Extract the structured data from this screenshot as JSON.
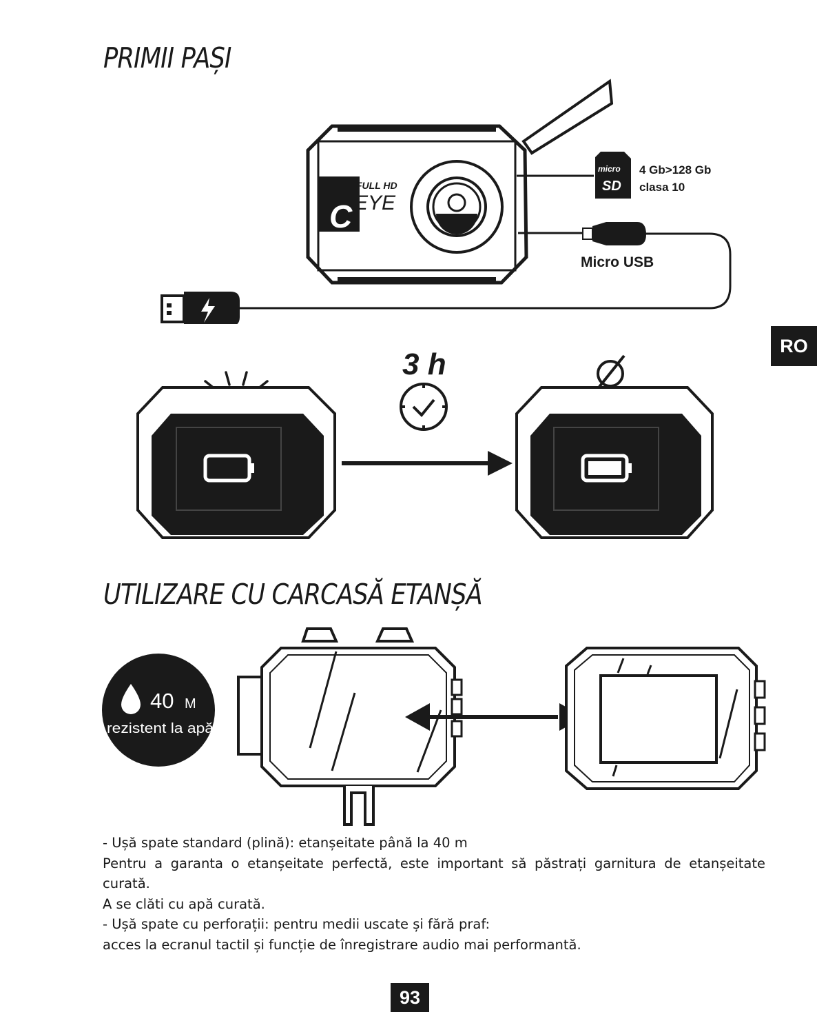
{
  "sections": {
    "first_steps_title": "PRIMII PAȘI",
    "housing_title": "UTILIZARE CU CARCASĂ ETANȘĂ"
  },
  "language_tab": "RO",
  "camera": {
    "brand_top": "FULL HD",
    "brand_main": "EYE",
    "sd_logo_top": "micro",
    "sd_logo_bottom": "SD",
    "sd_capacity": "4 Gb>128 Gb",
    "sd_class": "clasa 10",
    "usb_label": "Micro USB"
  },
  "charging": {
    "time": "3 h"
  },
  "waterproof_badge": {
    "depth_value": "40",
    "depth_unit": "M",
    "label": "rezistent la apă"
  },
  "body": {
    "line1": "-   Ușă spate standard (plină): etanșeitate până la 40 m",
    "line2": "Pentru a garanta o etanșeitate perfectă, este important să păstrați garnitura de etanșeitate curată.",
    "line3": "A se clăti cu apă curată.",
    "line4": "-   Ușă spate cu perforații: pentru medii uscate și fără praf:",
    "line5": "acces la ecranul tactil și funcție de înregistrare audio mai performantă."
  },
  "page_number": "93"
}
